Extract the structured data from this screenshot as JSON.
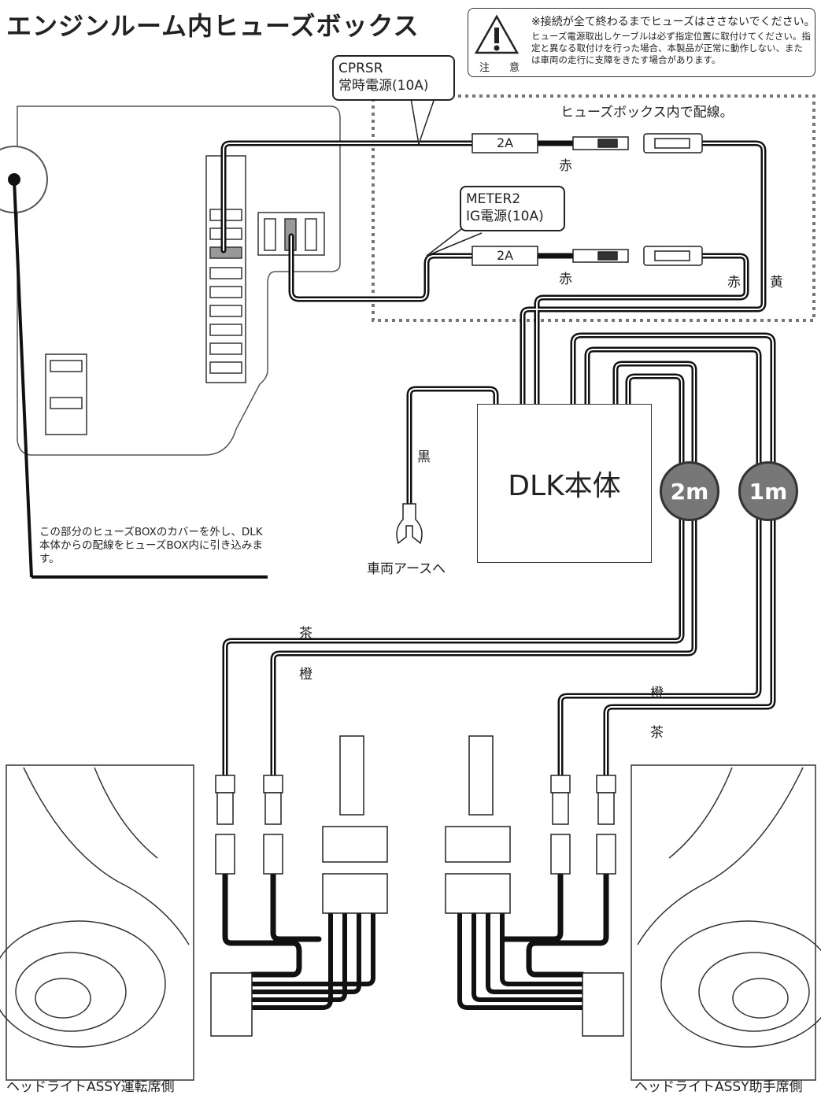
{
  "title": "エンジンルーム内ヒューズボックス",
  "warning": {
    "icon": "warning-triangle-icon",
    "caution_label": "注　意",
    "headline": "※接続が全て終わるまでヒューズはささないでください。",
    "body": "ヒューズ電源取出しケーブルは必ず指定位置に取付けてください。指定と異なる取付けを行った場合、本製品が正常に動作しない、または車両の走行に支障をきたす場合があります。"
  },
  "callouts": {
    "cprsr_name": "CPRSR",
    "cprsr_desc": "常時電源(10A)",
    "meter2_name": "METER2",
    "meter2_desc": "IG電源(10A)"
  },
  "fusebox_caption": "ヒューズボックス内で配線。",
  "fuses": [
    "2A",
    "2A"
  ],
  "wire_colors": {
    "red_top": "赤",
    "red_mid": "赤",
    "red_right": "赤",
    "yellow": "黄",
    "black": "黒",
    "brown_left": "茶",
    "orange_left": "橙",
    "orange_right": "橙",
    "brown_right": "茶"
  },
  "dlk_label": "DLK本体",
  "cable_lengths": [
    "2m",
    "1m"
  ],
  "ground_label": "車両アースへ",
  "note": "この部分のヒューズBOXのカバーを外し、DLK本体からの配線をヒューズBOX内に引き込みます。",
  "headlight_left": "ヘッドライトASSY運転席側",
  "headlight_right": "ヘッドライトASSY助手席側"
}
